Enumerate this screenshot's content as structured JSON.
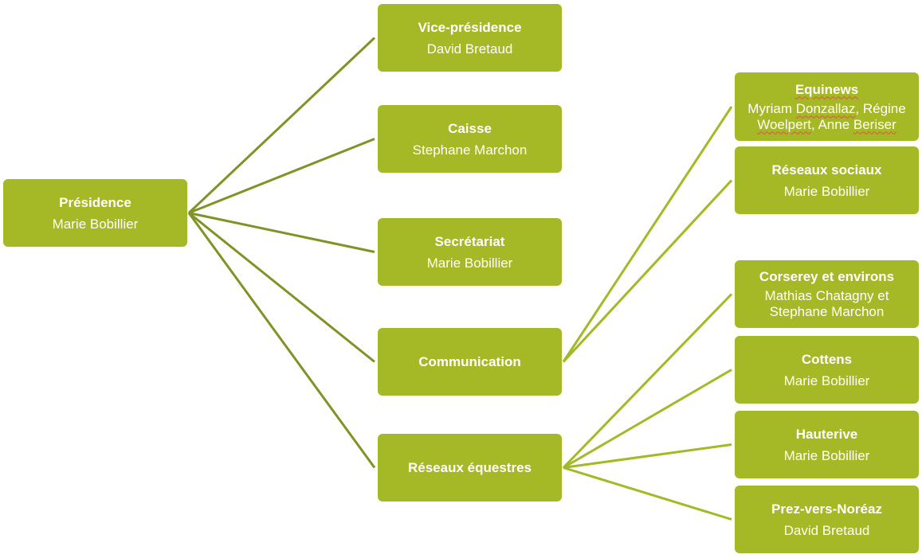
{
  "colors": {
    "node_fill": "#a5b826",
    "node_text": "#ffffff",
    "connector_root": "#7f9326",
    "connector_sub": "#a5b826",
    "spellcheck_underline": "#e0524a"
  },
  "root": {
    "id": "presidence",
    "title": "Présidence",
    "person": "Marie Bobillier"
  },
  "level1": [
    {
      "id": "vice-presidence",
      "title": "Vice-présidence",
      "person": "David Bretaud"
    },
    {
      "id": "caisse",
      "title": "Caisse",
      "person": "Stephane Marchon"
    },
    {
      "id": "secretariat",
      "title": "Secrétariat",
      "person": "Marie Bobillier"
    },
    {
      "id": "communication",
      "title": "Communication",
      "person": ""
    },
    {
      "id": "reseaux-equestres",
      "title": "Réseaux équestres",
      "person": ""
    }
  ],
  "level2": {
    "communication": [
      {
        "id": "equinews",
        "title": "Equinews",
        "person_parts": [
          {
            "text": "Myriam ",
            "flag": false
          },
          {
            "text": "Donzallaz",
            "flag": true
          },
          {
            "text": ", Régine ",
            "flag": false
          },
          {
            "text": "Woelpert",
            "flag": true
          },
          {
            "text": ", Anne ",
            "flag": false
          },
          {
            "text": "Beriser",
            "flag": true
          }
        ]
      },
      {
        "id": "reseaux-sociaux",
        "title": "Réseaux sociaux",
        "person": "Marie Bobillier"
      }
    ],
    "reseaux-equestres": [
      {
        "id": "corserey",
        "title": "Corserey et environs",
        "person": "Mathias Chatagny et Stephane Marchon"
      },
      {
        "id": "cottens",
        "title": "Cottens",
        "person": "Marie Bobillier"
      },
      {
        "id": "hauterive",
        "title": "Hauterive",
        "person": "Marie Bobillier"
      },
      {
        "id": "prez",
        "title": "Prez-vers-Noréaz",
        "person": "David Bretaud"
      }
    ]
  },
  "edges": [
    {
      "from": "presidence",
      "to": "vice-presidence"
    },
    {
      "from": "presidence",
      "to": "caisse"
    },
    {
      "from": "presidence",
      "to": "secretariat"
    },
    {
      "from": "presidence",
      "to": "communication"
    },
    {
      "from": "presidence",
      "to": "reseaux-equestres"
    },
    {
      "from": "communication",
      "to": "equinews"
    },
    {
      "from": "communication",
      "to": "reseaux-sociaux"
    },
    {
      "from": "reseaux-equestres",
      "to": "corserey"
    },
    {
      "from": "reseaux-equestres",
      "to": "cottens"
    },
    {
      "from": "reseaux-equestres",
      "to": "hauterive"
    },
    {
      "from": "reseaux-equestres",
      "to": "prez"
    }
  ]
}
